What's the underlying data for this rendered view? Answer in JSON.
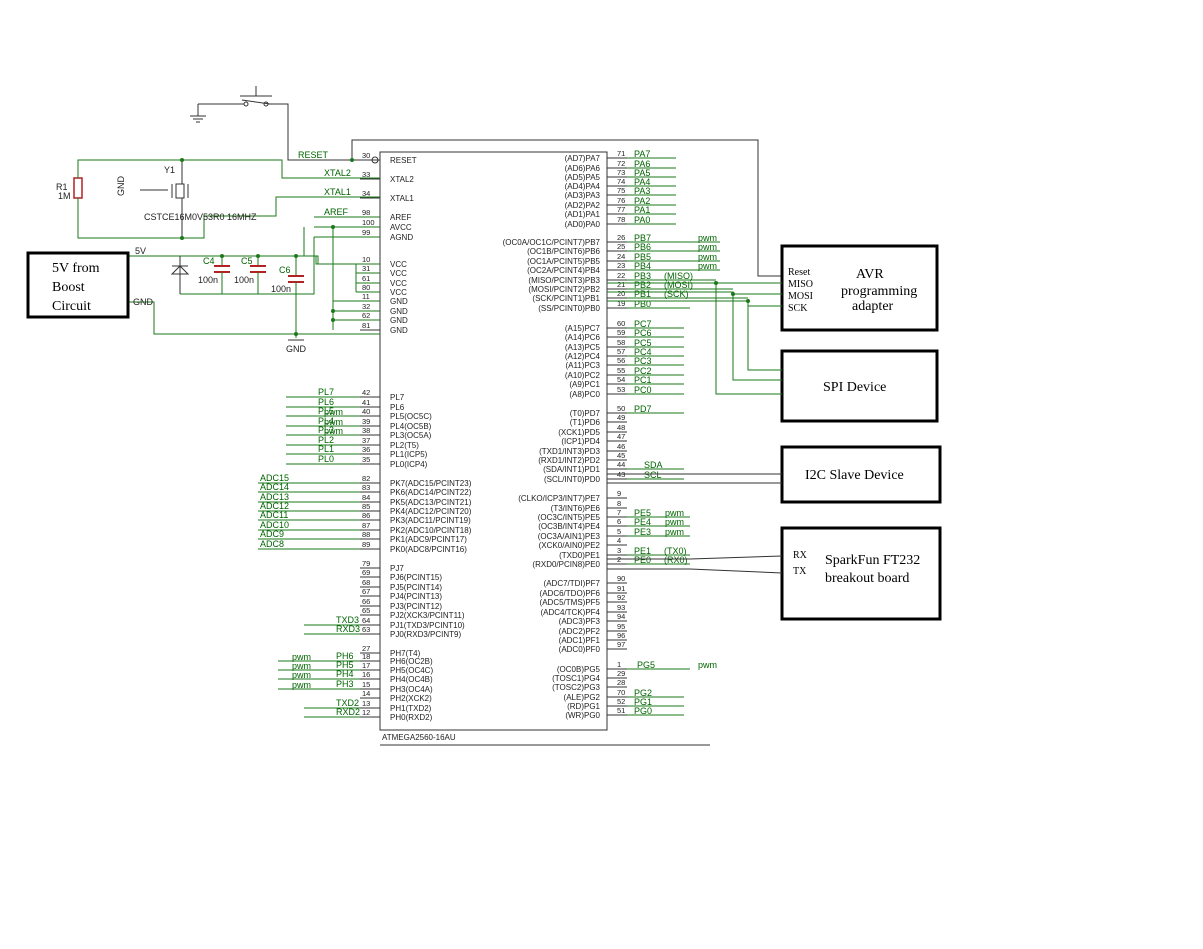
{
  "chip": {
    "name": "ATMEGA2560-16AU",
    "left_pins": [
      {
        "num": "30",
        "name": "RESET"
      },
      {
        "num": "33",
        "name": "XTAL2"
      },
      {
        "num": "34",
        "name": "XTAL1"
      },
      {
        "num": "98",
        "name": "AREF"
      },
      {
        "num": "100",
        "name": "AVCC"
      },
      {
        "num": "99",
        "name": "AGND"
      },
      {
        "num": "10",
        "name": "VCC"
      },
      {
        "num": "31",
        "name": "VCC"
      },
      {
        "num": "61",
        "name": "VCC"
      },
      {
        "num": "80",
        "name": "VCC"
      },
      {
        "num": "11",
        "name": "GND"
      },
      {
        "num": "32",
        "name": "GND"
      },
      {
        "num": "62",
        "name": "GND"
      },
      {
        "num": "81",
        "name": "GND"
      },
      {
        "num": "42",
        "name": "PL7"
      },
      {
        "num": "41",
        "name": "PL6"
      },
      {
        "num": "40",
        "name": "PL5(OC5C)"
      },
      {
        "num": "39",
        "name": "PL4(OC5B)"
      },
      {
        "num": "38",
        "name": "PL3(OC5A)"
      },
      {
        "num": "37",
        "name": "PL2(T5)"
      },
      {
        "num": "36",
        "name": "PL1(ICP5)"
      },
      {
        "num": "35",
        "name": "PL0(ICP4)"
      },
      {
        "num": "82",
        "name": "PK7(ADC15/PCINT23)"
      },
      {
        "num": "83",
        "name": "PK6(ADC14/PCINT22)"
      },
      {
        "num": "84",
        "name": "PK5(ADC13/PCINT21)"
      },
      {
        "num": "85",
        "name": "PK4(ADC12/PCINT20)"
      },
      {
        "num": "86",
        "name": "PK3(ADC11/PCINT19)"
      },
      {
        "num": "87",
        "name": "PK2(ADC10/PCINT18)"
      },
      {
        "num": "88",
        "name": "PK1(ADC9/PCINT17)"
      },
      {
        "num": "89",
        "name": "PK0(ADC8/PCINT16)"
      },
      {
        "num": "79",
        "name": "PJ7"
      },
      {
        "num": "69",
        "name": "PJ6(PCINT15)"
      },
      {
        "num": "68",
        "name": "PJ5(PCINT14)"
      },
      {
        "num": "67",
        "name": "PJ4(PCINT13)"
      },
      {
        "num": "66",
        "name": "PJ3(PCINT12)"
      },
      {
        "num": "65",
        "name": "PJ2(XCK3/PCINT11)"
      },
      {
        "num": "64",
        "name": "PJ1(TXD3/PCINT10)"
      },
      {
        "num": "63",
        "name": "PJ0(RXD3/PCINT9)"
      },
      {
        "num": "27",
        "name": "PH7(T4)"
      },
      {
        "num": "18",
        "name": "PH6(OC2B)"
      },
      {
        "num": "17",
        "name": "PH5(OC4C)"
      },
      {
        "num": "16",
        "name": "PH4(OC4B)"
      },
      {
        "num": "15",
        "name": "PH3(OC4A)"
      },
      {
        "num": "14",
        "name": "PH2(XCK2)"
      },
      {
        "num": "13",
        "name": "PH1(TXD2)"
      },
      {
        "num": "12",
        "name": "PH0(RXD2)"
      }
    ],
    "right_pins": [
      {
        "num": "71",
        "name": "(AD7)PA7"
      },
      {
        "num": "72",
        "name": "(AD6)PA6"
      },
      {
        "num": "73",
        "name": "(AD5)PA5"
      },
      {
        "num": "74",
        "name": "(AD4)PA4"
      },
      {
        "num": "75",
        "name": "(AD3)PA3"
      },
      {
        "num": "76",
        "name": "(AD2)PA2"
      },
      {
        "num": "77",
        "name": "(AD1)PA1"
      },
      {
        "num": "78",
        "name": "(AD0)PA0"
      },
      {
        "num": "26",
        "name": "(OC0A/OC1C/PCINT7)PB7"
      },
      {
        "num": "25",
        "name": "(OC1B/PCINT6)PB6"
      },
      {
        "num": "24",
        "name": "(OC1A/PCINT5)PB5"
      },
      {
        "num": "23",
        "name": "(OC2A/PCINT4)PB4"
      },
      {
        "num": "22",
        "name": "(MISO/PCINT3)PB3"
      },
      {
        "num": "21",
        "name": "(MOSI/PCINT2)PB2"
      },
      {
        "num": "20",
        "name": "(SCK/PCINT1)PB1"
      },
      {
        "num": "19",
        "name": "(SS/PCINT0)PB0"
      },
      {
        "num": "60",
        "name": "(A15)PC7"
      },
      {
        "num": "59",
        "name": "(A14)PC6"
      },
      {
        "num": "58",
        "name": "(A13)PC5"
      },
      {
        "num": "57",
        "name": "(A12)PC4"
      },
      {
        "num": "56",
        "name": "(A11)PC3"
      },
      {
        "num": "55",
        "name": "(A10)PC2"
      },
      {
        "num": "54",
        "name": "(A9)PC1"
      },
      {
        "num": "53",
        "name": "(A8)PC0"
      },
      {
        "num": "50",
        "name": "(T0)PD7"
      },
      {
        "num": "49",
        "name": "(T1)PD6"
      },
      {
        "num": "48",
        "name": "(XCK1)PD5"
      },
      {
        "num": "47",
        "name": "(ICP1)PD4"
      },
      {
        "num": "46",
        "name": "(TXD1/INT3)PD3"
      },
      {
        "num": "45",
        "name": "(RXD1/INT2)PD2"
      },
      {
        "num": "44",
        "name": "(SDA/INT1)PD1"
      },
      {
        "num": "43",
        "name": "(SCL/INT0)PD0"
      },
      {
        "num": "9",
        "name": "(CLKO/ICP3/INT7)PE7"
      },
      {
        "num": "8",
        "name": "(T3/INT6)PE6"
      },
      {
        "num": "7",
        "name": "(OC3C/INT5)PE5"
      },
      {
        "num": "6",
        "name": "(OC3B/INT4)PE4"
      },
      {
        "num": "5",
        "name": "(OC3A/AIN1)PE3"
      },
      {
        "num": "4",
        "name": "(XCK0/AIN0)PE2"
      },
      {
        "num": "3",
        "name": "(TXD0)PE1"
      },
      {
        "num": "2",
        "name": "(RXD0/PCIN8)PE0"
      },
      {
        "num": "90",
        "name": "(ADC7/TDI)PF7"
      },
      {
        "num": "91",
        "name": "(ADC6/TDO)PF6"
      },
      {
        "num": "92",
        "name": "(ADC5/TMS)PF5"
      },
      {
        "num": "93",
        "name": "(ADC4/TCK)PF4"
      },
      {
        "num": "94",
        "name": "(ADC3)PF3"
      },
      {
        "num": "95",
        "name": "(ADC2)PF2"
      },
      {
        "num": "96",
        "name": "(ADC1)PF1"
      },
      {
        "num": "97",
        "name": "(ADC0)PF0"
      },
      {
        "num": "1",
        "name": "(OC0B)PG5"
      },
      {
        "num": "29",
        "name": "(TOSC1)PG4"
      },
      {
        "num": "28",
        "name": "(TOSC2)PG3"
      },
      {
        "num": "70",
        "name": "(ALE)PG2"
      },
      {
        "num": "52",
        "name": "(RD)PG1"
      },
      {
        "num": "51",
        "name": "(WR)PG0"
      }
    ]
  },
  "left_nets": [
    "RESET",
    "XTAL2",
    "XTAL1",
    "AREF",
    "PL7",
    "PL6",
    "PL5",
    "PL4",
    "PL3",
    "PL2",
    "PL1",
    "PL0",
    "ADC15",
    "ADC14",
    "ADC13",
    "ADC12",
    "ADC11",
    "ADC10",
    "ADC9",
    "ADC8",
    "TXD3",
    "RXD3",
    "PH6",
    "PH5",
    "PH4",
    "PH3",
    "TXD2",
    "RXD2"
  ],
  "right_nets": [
    "PA7",
    "PA6",
    "PA5",
    "PA4",
    "PA3",
    "PA2",
    "PA1",
    "PA0",
    "PB7",
    "PB6",
    "PB5",
    "PB4",
    "PB3",
    "PB2",
    "PB1",
    "PB0",
    "PC7",
    "PC6",
    "PC5",
    "PC4",
    "PC3",
    "PC2",
    "PC1",
    "PC0",
    "PD7",
    "SDA",
    "SCL",
    "PE5",
    "PE4",
    "PE3",
    "PE1",
    "PE0",
    "PG5",
    "PG2",
    "PG1",
    "PG0"
  ],
  "net_annotations": {
    "pwm": "pwm",
    "miso": "(MISO)",
    "mosi": "(MOSI)",
    "sck": "(SCK)",
    "tx0": "(TX0)",
    "rx0": "(RX0)",
    "vcc": "5V",
    "gnd": "GND"
  },
  "components": {
    "r1_name": "R1",
    "r1_value": "1M",
    "y1_name": "Y1",
    "y1_part": "CSTCE16M0V53R0 16MHZ",
    "y1_gnd": "GND",
    "c4_name": "C4",
    "c4_value": "100n",
    "c5_name": "C5",
    "c5_value": "100n",
    "c6_name": "C6",
    "c6_value": "100n",
    "gnd_label": "GND"
  },
  "blocks": {
    "power": [
      "5V from",
      "Boost",
      "Circuit"
    ],
    "avr": [
      "AVR",
      "programming",
      "adapter"
    ],
    "avr_pins": [
      "Reset",
      "MISO",
      "MOSI",
      "SCK"
    ],
    "spi": "SPI Device",
    "i2c": "I2C Slave Device",
    "ft232": [
      "SparkFun FT232",
      "breakout board"
    ],
    "ft232_pins": [
      "RX",
      "TX"
    ]
  },
  "colors": {
    "wire": "#1a7a1a",
    "symbol": "#333333",
    "capacitor": "#b22222"
  }
}
